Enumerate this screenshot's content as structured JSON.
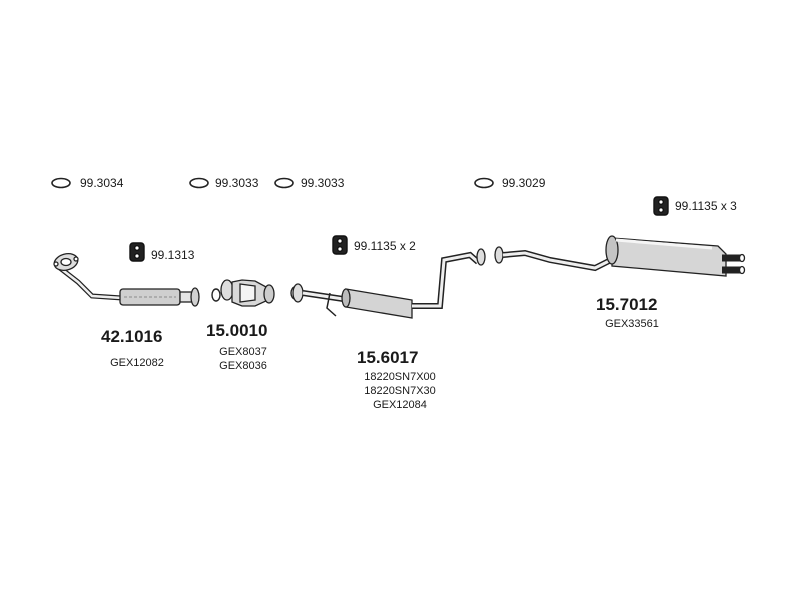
{
  "gaskets": [
    {
      "label": "99.3034",
      "icon": "ring-gasket-icon"
    },
    {
      "label": "99.3033",
      "icon": "ring-gasket-icon"
    },
    {
      "label": "99.3033",
      "icon": "ring-gasket-icon"
    },
    {
      "label": "99.3029",
      "icon": "ring-gasket-icon"
    }
  ],
  "hardware": [
    {
      "label": "99.1313",
      "icon": "rubber-hanger-icon"
    },
    {
      "label": "99.1135 x 2",
      "icon": "rubber-hanger-icon"
    },
    {
      "label": "99.1135 x 3",
      "icon": "rubber-hanger-icon"
    }
  ],
  "parts": [
    {
      "number": "42.1016",
      "refs": [
        "GEX12082"
      ],
      "icon": "front-pipe-icon"
    },
    {
      "number": "15.0010",
      "refs": [
        "GEX8037",
        "GEX8036"
      ],
      "icon": "catalytic-converter-icon"
    },
    {
      "number": "15.6017",
      "refs": [
        "18220SN7X00",
        "18220SN7X30",
        "GEX12084"
      ],
      "icon": "centre-silencer-icon"
    },
    {
      "number": "15.7012",
      "refs": [
        "GEX33561"
      ],
      "icon": "rear-silencer-icon"
    }
  ]
}
